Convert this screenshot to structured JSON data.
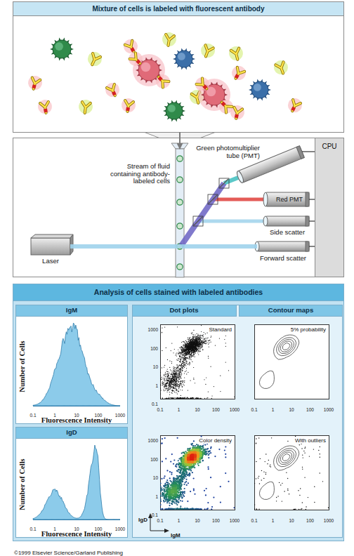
{
  "diagram": {
    "nodes": [
      {
        "text": [
          "Mixture of cells is labeled with fluorescent antibody"
        ]
      },
      {
        "text": [
          "Stream of fluid containing antibody-labeled cells"
        ]
      },
      {
        "text": [
          "Green photomultiplier tube (PMT)"
        ]
      },
      {
        "text": [
          "Red PMT"
        ]
      },
      {
        "text": [
          "Side scatter"
        ]
      },
      {
        "text": [
          "Laser"
        ]
      },
      {
        "text": [
          "Forward scatter"
        ]
      },
      {
        "text": [
          "CPU"
        ]
      },
      {
        "text": [
          "Analysis of cells stained with labeled antibodies"
        ]
      },
      {
        "text": [
          "IgM"
        ],
        "in": 8
      },
      {
        "text": [
          "IgD"
        ],
        "in": 8
      },
      {
        "text": [
          "Dot plots",
          "Contour maps"
        ],
        "in": 8
      },
      {
        "text": [
          "Standard"
        ],
        "in": 11
      },
      {
        "text": [
          "5% probability"
        ],
        "in": 11
      },
      {
        "text": [
          "Color density"
        ],
        "in": 11
      },
      {
        "text": [
          "With outliers"
        ],
        "in": 11
      }
    ],
    "edges": [
      {
        "from": 0,
        "to": 1,
        "arrow": "to"
      },
      {
        "from": 5,
        "to": 6,
        "arrow": "none"
      },
      {
        "from": 2,
        "to": 7,
        "arrow": "none"
      },
      {
        "from": 3,
        "to": 7,
        "arrow": "none"
      },
      {
        "from": 4,
        "to": 7,
        "arrow": "none"
      },
      {
        "from": 6,
        "to": 7,
        "arrow": "none"
      }
    ],
    "labels": [
      "0.1",
      "1",
      "10",
      "100",
      "1000",
      "Number of Cells",
      "Fluorescence Intensity",
      "0.1",
      "1",
      "10",
      "100",
      "1000",
      "Number of Cells",
      "Fluorescence Intensity",
      "1000",
      "100",
      "10",
      "1",
      "0.1",
      "0.1",
      "1",
      "10",
      "100",
      "1000",
      "0.1",
      "1",
      "10",
      "100",
      "1000",
      "1000",
      "100",
      "10",
      "1",
      "0.1",
      "0.1",
      "1",
      "10",
      "100",
      "1000",
      "0.1",
      "1",
      "10",
      "100",
      "1000",
      "IgD",
      "IgM",
      "©1999 Elsevier Science/Garland Publishing"
    ]
  }
}
